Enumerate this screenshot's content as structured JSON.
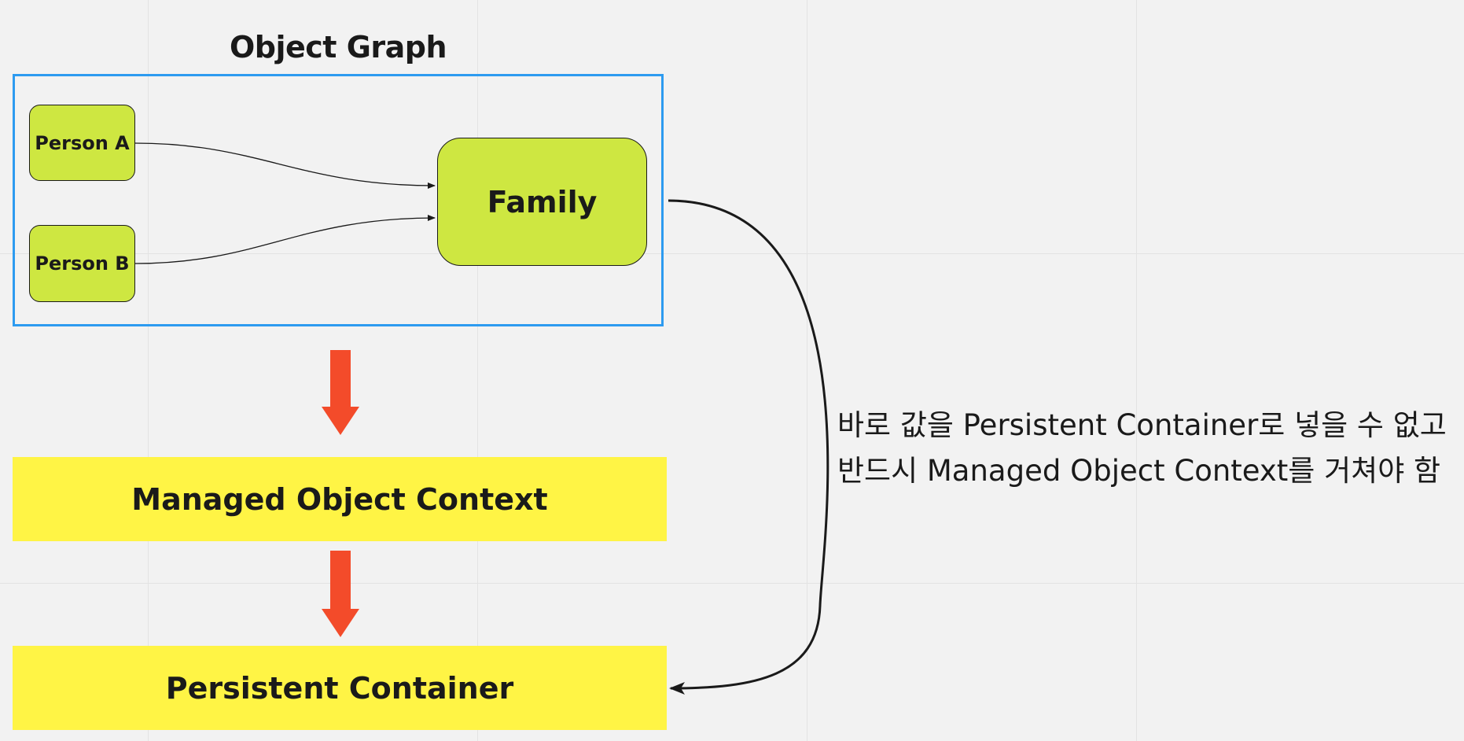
{
  "diagram": {
    "title": "Object Graph",
    "nodes": {
      "person_a": "Person A",
      "person_b": "Person B",
      "family": "Family"
    },
    "layers": {
      "managed_object_context": "Managed Object Context",
      "persistent_container": "Persistent Container"
    },
    "note": {
      "line1": "바로 값을 Persistent Container로 넣을 수 없고",
      "line2": "반드시 Managed Object Context를 거쳐야 함"
    },
    "colors": {
      "frame": "#2d9bf0",
      "node_fill": "#cee741",
      "layer_fill": "#fff445",
      "flow_arrow": "#f34b2a",
      "background": "#f2f2f2"
    }
  }
}
